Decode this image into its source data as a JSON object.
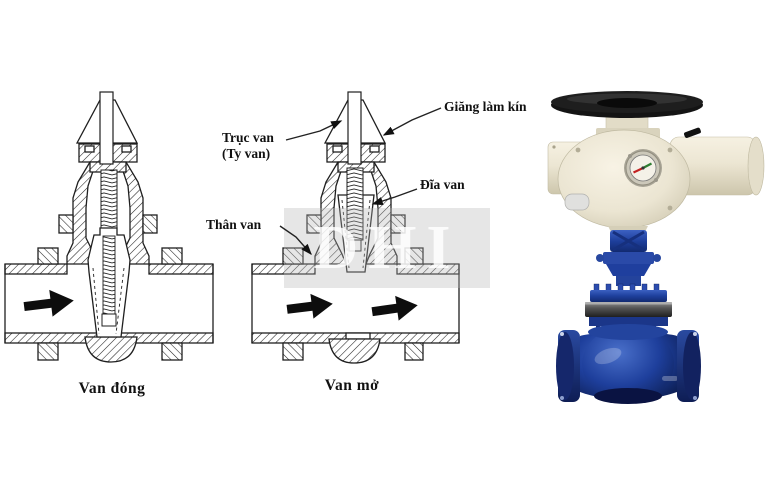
{
  "scene": {
    "watermark": "DHI",
    "captions": {
      "closed_valve": "Van đóng",
      "open_valve": "Van mở"
    },
    "labels": {
      "stem_line1": "Trục van",
      "stem_line2": "(Ty van)",
      "gasket": "Giăng làm kín",
      "disc": "Đĩa van",
      "body": "Thân van"
    },
    "colors": {
      "diagram_line": "#1f1f1f",
      "valve_blue": "#1e3f9c",
      "valve_blue_dark": "#122a70",
      "flange_navy": "#101f5c",
      "actuator_cream": "#ece6d3",
      "handwheel_black": "#161616",
      "gauge_red": "#c22222",
      "gauge_green": "#2e7d32",
      "watermark_gray": "#b7b7b7"
    }
  }
}
